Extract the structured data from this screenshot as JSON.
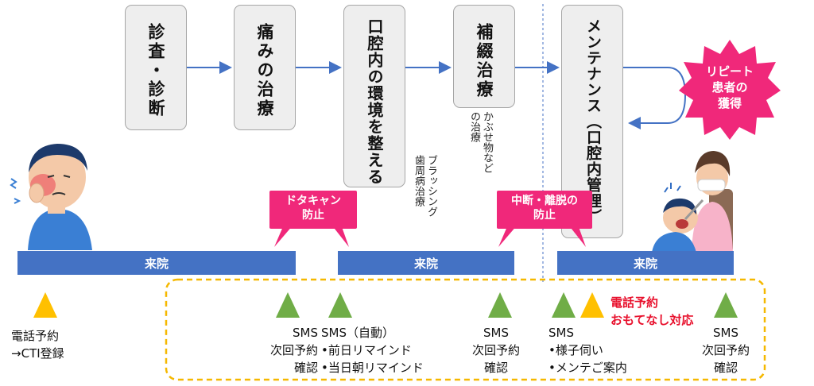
{
  "steps": [
    {
      "id": "shinsa",
      "label": "診査・診断"
    },
    {
      "id": "itami",
      "label": "痛みの治療"
    },
    {
      "id": "kankyo",
      "label": "口腔内の環境を整える"
    },
    {
      "id": "hotetsu",
      "label": "補綴治療"
    },
    {
      "id": "maintenance",
      "label": "メンテナンス（口腔内管理）"
    }
  ],
  "notes": {
    "kankyo_note": "ブラッシング\n歯周病治療",
    "hotetsu_note": "かぶせ物など\nの治療"
  },
  "repeat_badge": "リピート\n患者の\n獲得",
  "callouts": {
    "dotacan": "ドタキャン\n防止",
    "chudan": "中断・離脱の\n防止"
  },
  "visit_bars": [
    "来院",
    "来院",
    "来院"
  ],
  "labels": {
    "phone_cti": "電話予約\n→CTI登録",
    "sms1": "SMS\n次回予約\n確認",
    "sms_auto": "SMS（自動）\n•前日リマインド\n•当日朝リマインド",
    "sms2": "SMS\n次回予約\n確認",
    "sms_care": "SMS\n•様子伺い\n•メンテご案内",
    "phone_omotenashi": "電話予約\nおもてなし対応",
    "sms3": "SMS\n次回予約\n確認"
  },
  "colors": {
    "bar": "#4472c4",
    "callout": "#f0287a",
    "badge": "#f0287a",
    "green_marker": "#70ad47",
    "yellow_marker": "#ffc000",
    "dashed_border": "#f5b800"
  }
}
